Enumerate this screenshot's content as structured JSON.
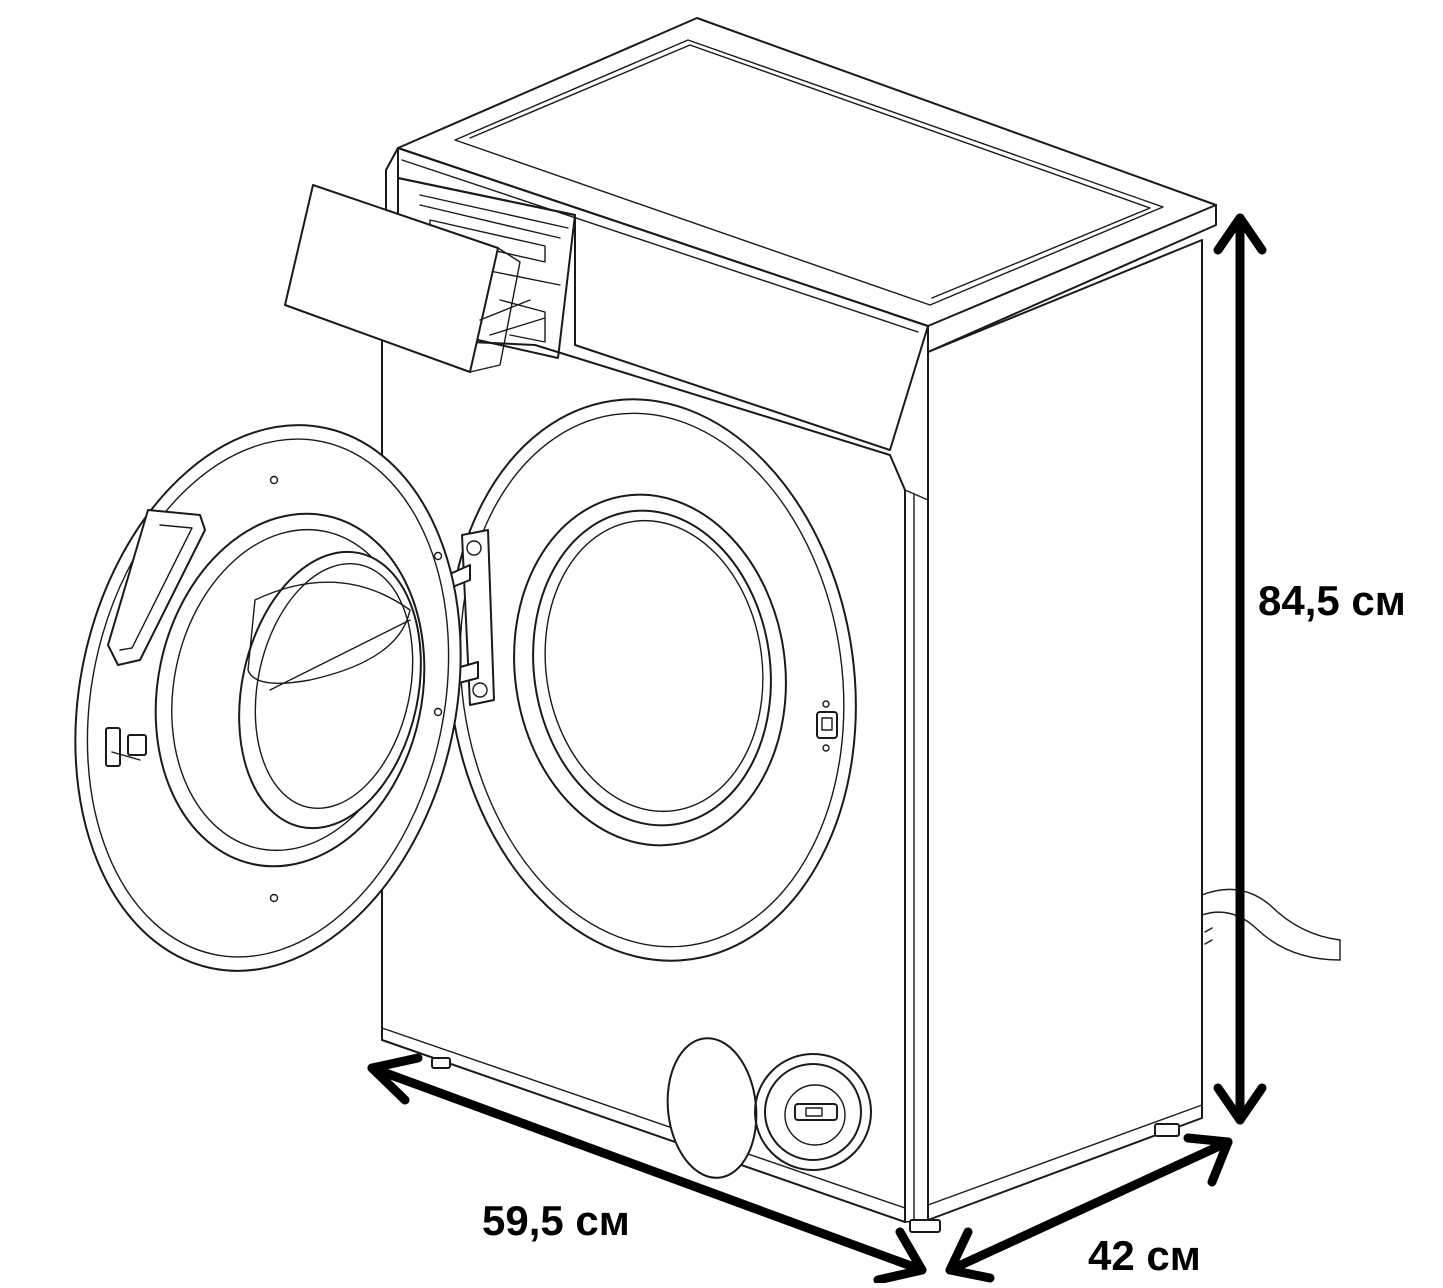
{
  "dimensions": {
    "height": "84,5 см",
    "width": "59,5 см",
    "depth": "42 см"
  },
  "colors": {
    "line": "#1a1a1a",
    "arrow": "#000000",
    "background": "#ffffff"
  }
}
